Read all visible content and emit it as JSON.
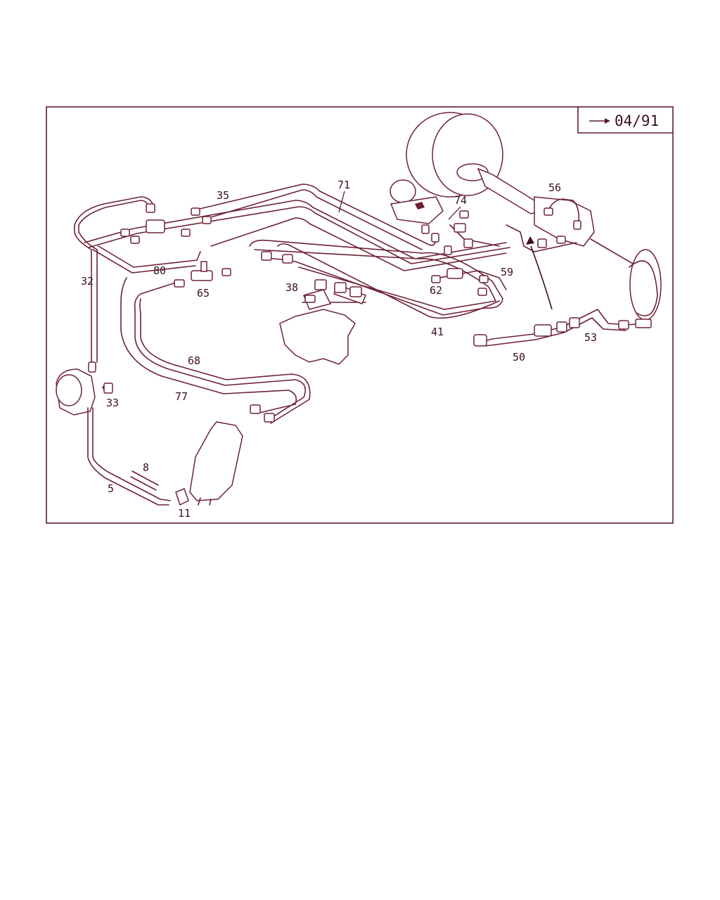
{
  "date_box": {
    "text": "04/91"
  },
  "callouts": {
    "c32": "32",
    "c33": "33",
    "c5": "5",
    "c8": "8",
    "c11": "11",
    "c35": "35",
    "c80": "80",
    "c65": "65",
    "c68": "68",
    "c77": "77",
    "c71": "71",
    "c38": "38",
    "c74": "74",
    "c56": "56",
    "c59": "59",
    "c62": "62",
    "c41": "41",
    "c50": "50",
    "c53": "53"
  },
  "colors": {
    "line": "#6e2233",
    "text": "#3b1018",
    "frame": "#5a1e2c"
  }
}
